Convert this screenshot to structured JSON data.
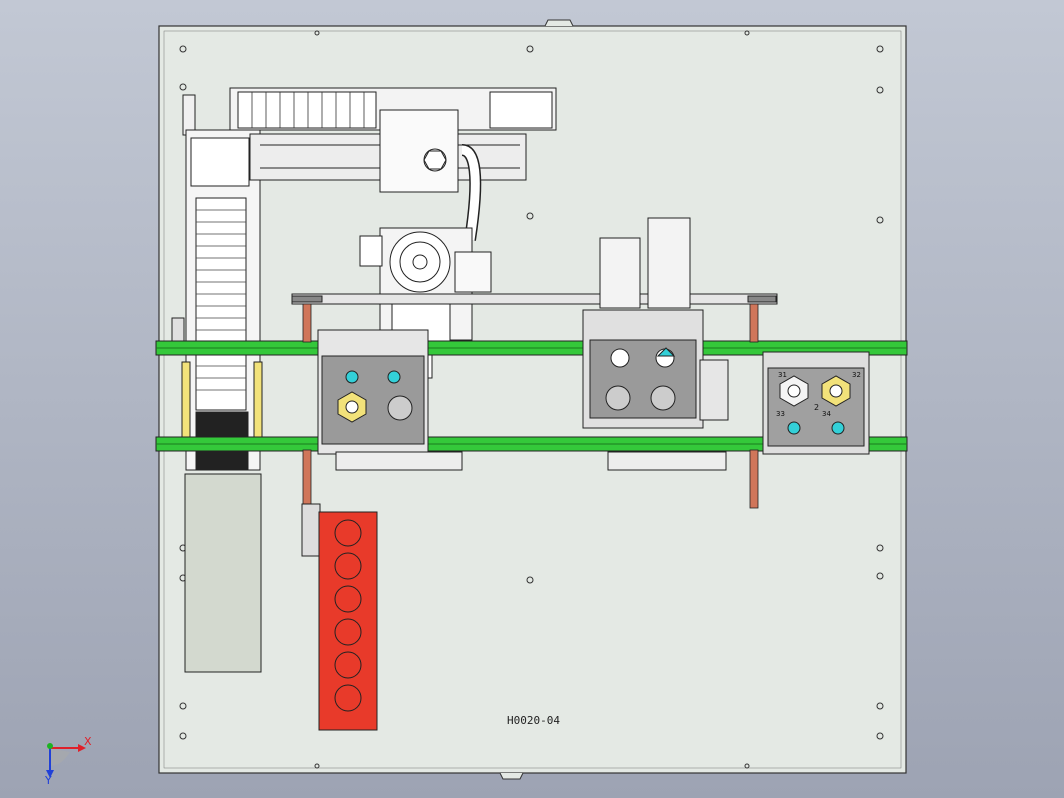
{
  "drawing": {
    "code": "H0020-04"
  },
  "triad": {
    "x_label": "X",
    "y_label": "Y",
    "x_color": "#e0202a",
    "y_color": "#1db321",
    "z_color": "#2040d8"
  },
  "colors": {
    "viewport_top": "#c2c8d4",
    "viewport_bottom": "#9da3b3",
    "plate": "#e4e9e4",
    "rail": "#34c83a",
    "magazine": "#e83a2a",
    "accent_cyan": "#33d0d8",
    "accent_yellow": "#f2e27a",
    "rod": "#d0765a",
    "line": "#222222"
  },
  "stations": {
    "right_fixture_labels": [
      "31",
      "32",
      "33",
      "34",
      "2"
    ]
  }
}
